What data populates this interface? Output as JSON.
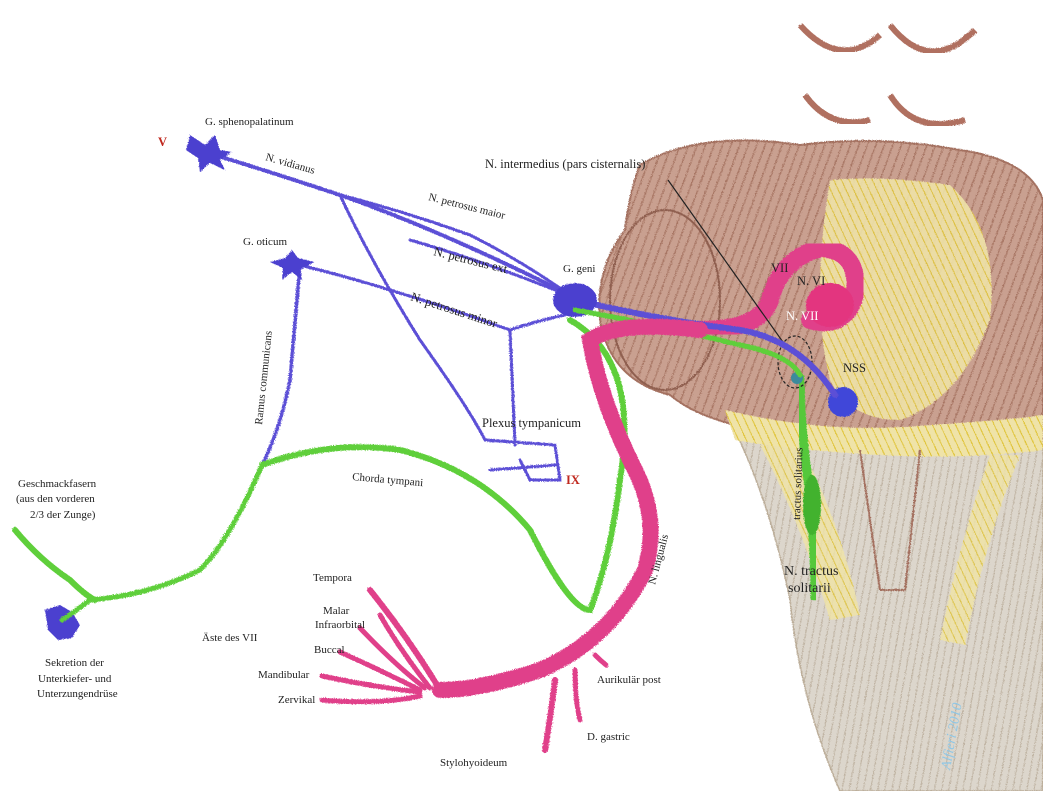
{
  "labels": {
    "v_roman": "V",
    "ix_roman": "IX",
    "g_sphenopalatinum": "G. sphenopalatinum",
    "n_vidianus": "N. vidianus",
    "g_oticum": "G. oticum",
    "n_petrosus_maior": "N. petrosus maior",
    "n_petrosus_ext": "N. petrosus ext",
    "n_petrosus_minor": "N. petrosus minor",
    "g_geniculi": "G. geni",
    "n_intermedius": "N. intermedius (pars cisternalis)",
    "ramus_communicans": "Ramus communicans",
    "plexus_tympanicum": "Plexus tympanicum",
    "geschmack_1": "Geschmackfasern",
    "geschmack_2": "(aus den vorderen",
    "geschmack_3": "2/3 der Zunge)",
    "chorda_tympani": "Chorda tympani",
    "n_lingualis": "N. lingualis",
    "tempora": "Tempora",
    "malar": "Malar",
    "infraorbital": "Infraorbital",
    "buccal": "Buccal",
    "mandibular": "Mandibular",
    "zervikal": "Zervikal",
    "aeste_des_vii": "Äste des VII",
    "sekretion_1": "Sekretion der",
    "sekretion_2": "Unterkiefer- und",
    "sekretion_3": "Unterzungendrüse",
    "aurikular_post": "Aurikulär post",
    "d_gastric": "D. gastric",
    "stylohyoideum": "Stylohyoideum",
    "vii": "VII",
    "n_vi": "N. VI",
    "n_vii": "N. VII",
    "nss": "NSS",
    "n_tractus": "N. tractus",
    "solitarii": "solitarii",
    "vertical_label": "tractus solitarius",
    "signature": "Alfieri 2010"
  },
  "colors": {
    "parasympathetic_blue": "#5b4fd6",
    "sensory_green": "#5fcf3a",
    "motor_pink": "#e0408a",
    "roman_red": "#c0281e",
    "brainstem_brown": "#b98672",
    "brainstem_yellow": "#e8d44a"
  }
}
